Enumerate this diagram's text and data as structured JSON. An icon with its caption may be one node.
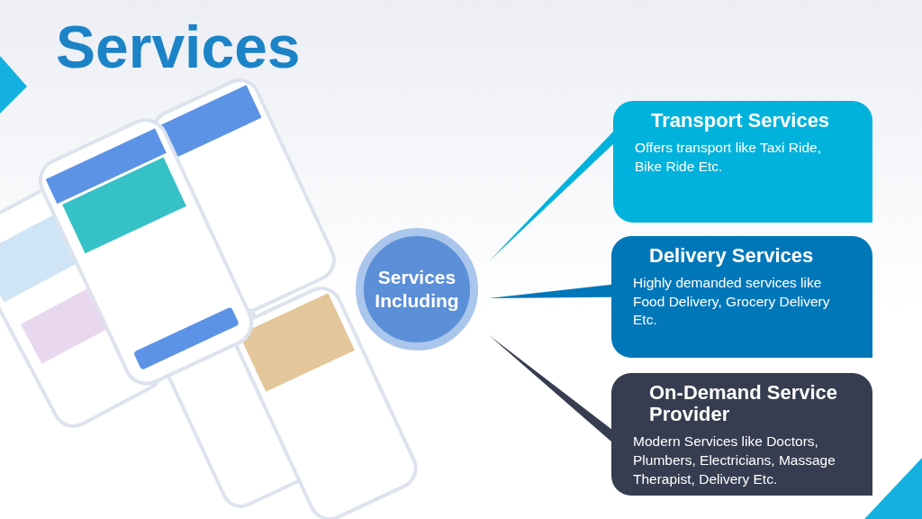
{
  "diagram": {
    "title": "Services",
    "nodes": [
      {
        "text": [
          "Services Including"
        ]
      },
      {
        "text": [
          "Transport Services",
          "Offers transport like Taxi Ride, Bike Ride Etc."
        ]
      },
      {
        "text": [
          "Delivery Services",
          "Highly demanded services like Food Delivery, Grocery Delivery Etc."
        ]
      },
      {
        "text": [
          "On-Demand Service Provider",
          "Modern Services like Doctors, Plumbers, Electricians, Massage Therapist, Delivery Etc."
        ]
      }
    ],
    "edges": [
      {
        "from": 0,
        "to": 1,
        "arrow": "none",
        "style": "thick",
        "color": "#00b2dc"
      },
      {
        "from": 0,
        "to": 2,
        "arrow": "none",
        "style": "thick",
        "color": "#0077b8"
      },
      {
        "from": 0,
        "to": 3,
        "arrow": "none",
        "style": "thick",
        "color": "#373d50"
      }
    ]
  }
}
